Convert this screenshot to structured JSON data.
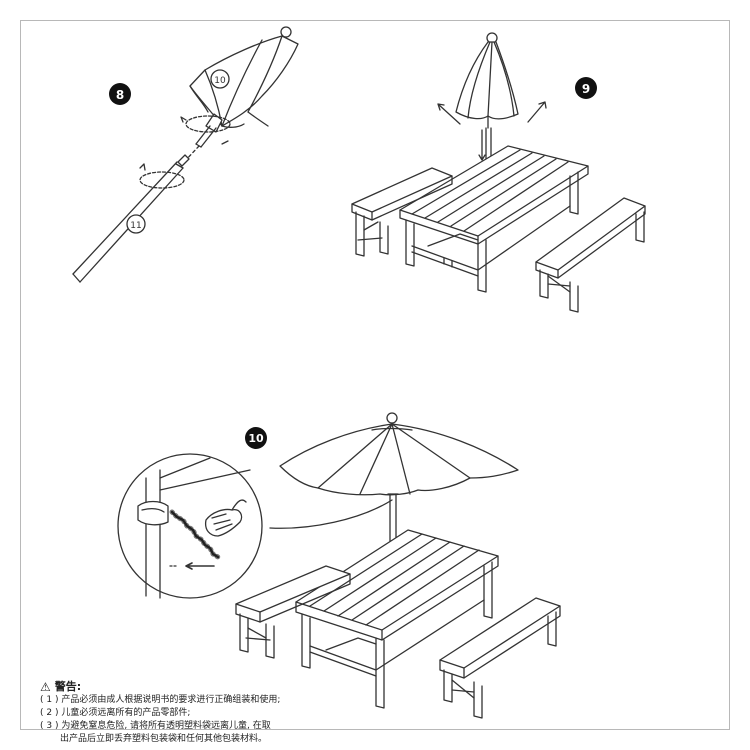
{
  "steps": [
    {
      "number": "8",
      "part_labels": [
        "10",
        "11"
      ]
    },
    {
      "number": "9"
    },
    {
      "number": "10"
    }
  ],
  "warning": {
    "icon": "warning-triangle-icon",
    "title": "警告:",
    "lines": [
      "( 1 ) 产品必须由成人根据说明书的要求进行正确组装和使用;",
      "( 2 ) 儿童必须远离所有的产品零部件;",
      "( 3 ) 为避免窒息危险, 请将所有透明塑料袋远离儿童, 在取",
      "出产品后立即丢弃塑料包装袋和任何其他包装材料。"
    ]
  }
}
